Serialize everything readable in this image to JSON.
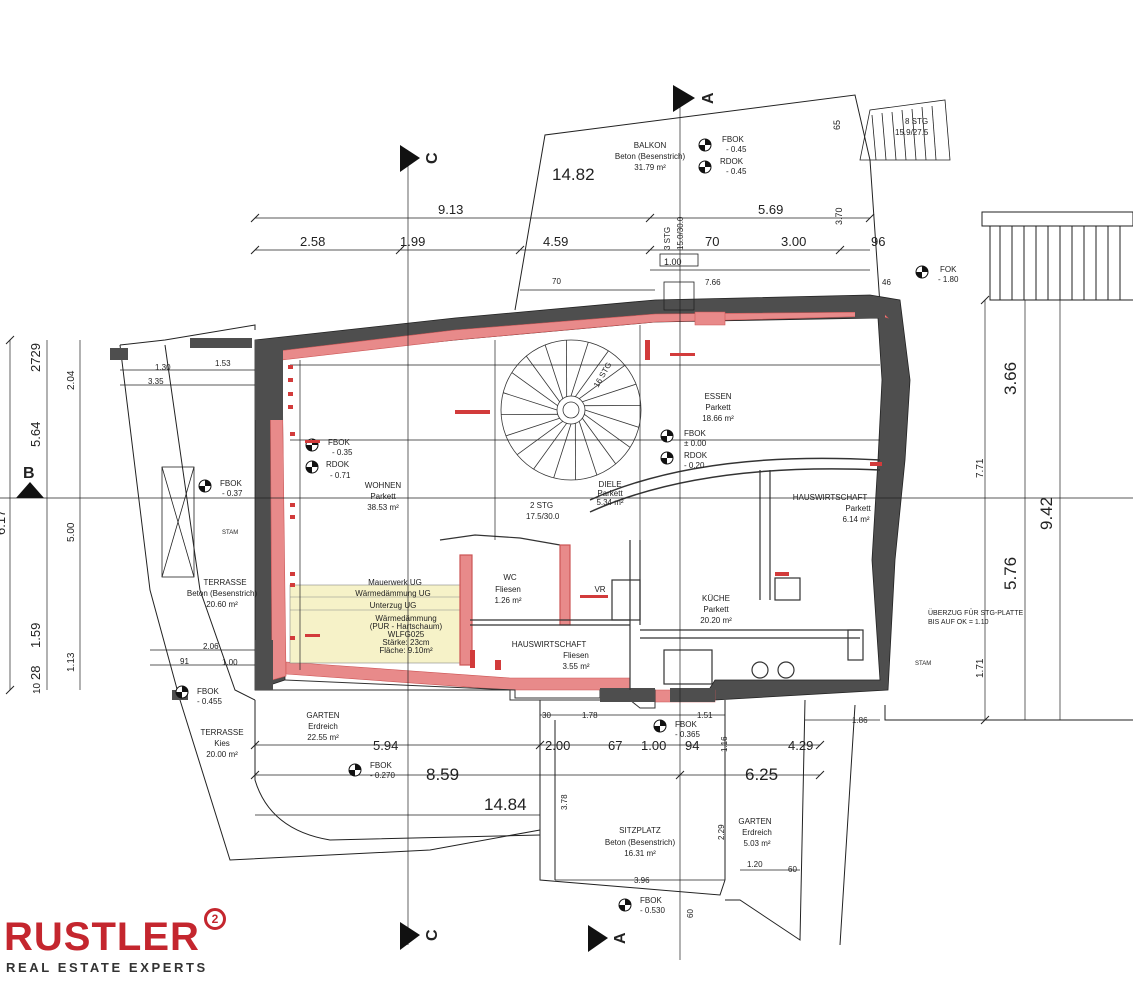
{
  "brand": {
    "name": "RUSTLER",
    "mark": "2",
    "tagline": "REAL ESTATE EXPERTS",
    "color": "#c4262e"
  },
  "colors": {
    "wall_fill": "#e88a8a",
    "ext_wall": "#555555",
    "insulation_fill": "#f6f2c8",
    "annotation": "#d23b3b"
  },
  "sections": {
    "a_top": "A",
    "a_bottom": "A",
    "c_top": "C",
    "c_bottom": "C",
    "b_left": "B"
  },
  "rooms": {
    "balkon": {
      "name": "BALKON",
      "surface": "Beton (Besenstrich)",
      "area": "31.79 m²"
    },
    "wohnen": {
      "name": "WOHNEN",
      "surface": "Parkett",
      "area": "38.53 m²"
    },
    "essen": {
      "name": "ESSEN",
      "surface": "Parkett",
      "area": "18.66 m²"
    },
    "diele": {
      "name": "DIELE",
      "surface": "Parkett",
      "area": "5.34 m²"
    },
    "hauswirtschaft_top": {
      "name": "HAUSWIRTSCHAFT",
      "surface": "Parkett",
      "area": "6.14 m²"
    },
    "terrasse_beton": {
      "name": "TERRASSE",
      "surface": "Beton (Besenstrich)",
      "area": "20.60 m²"
    },
    "wc": {
      "name": "WC",
      "surface": "Fliesen",
      "area": "1.26 m²"
    },
    "vr": {
      "name": "VR"
    },
    "kueche": {
      "name": "KÜCHE",
      "surface": "Parkett",
      "area": "20.20 m²"
    },
    "hauswirtschaft": {
      "name": "HAUSWIRTSCHAFT",
      "surface": "Fliesen",
      "area": "3.55 m²"
    },
    "garten_1": {
      "name": "GARTEN",
      "surface": "Erdreich",
      "area": "22.55 m²"
    },
    "terrasse_kies": {
      "name": "TERRASSE",
      "surface": "Kies",
      "area": "20.00 m²"
    },
    "sitzplatz": {
      "name": "SITZPLATZ",
      "surface": "Beton (Besenstrich)",
      "area": "16.31 m²"
    },
    "garten_2": {
      "name": "GARTEN",
      "surface": "Erdreich",
      "area": "5.03 m²"
    }
  },
  "levels": [
    {
      "label": "FBOK",
      "value": "- 0.45"
    },
    {
      "label": "RDOK",
      "value": "- 0.45"
    },
    {
      "label": "FOK",
      "value": "- 1.80"
    },
    {
      "label": "FBOK",
      "value": "- 0.35"
    },
    {
      "label": "RDOK",
      "value": "- 0.71"
    },
    {
      "label": "FBOK",
      "value": "- 0.37"
    },
    {
      "label": "FBOK",
      "value": "± 0.00"
    },
    {
      "label": "RDOK",
      "value": "- 0.20"
    },
    {
      "label": "FBOK",
      "value": "- 0.455"
    },
    {
      "label": "FBOK",
      "value": "- 0.365"
    },
    {
      "label": "FBOK",
      "value": "- 0.270"
    },
    {
      "label": "FBOK",
      "value": "- 0.530"
    }
  ],
  "stairs": [
    {
      "label": "8 STG",
      "value": "15.9/27.5"
    },
    {
      "label": "2 STG",
      "value": "17.5/30.0"
    },
    {
      "label": "3 STG",
      "value": "15.0/30.0"
    },
    {
      "label": "16 STG",
      "value": ""
    }
  ],
  "insulation": {
    "l1": "Mauerwerk UG",
    "l2": "Wärmedämmung UG",
    "l3": "Unterzug UG",
    "l4": "Wärmedämmung",
    "l5": "(PUR - Hartschaum)",
    "l6": "WLFG025",
    "l7": "Stärke: 23cm",
    "l8": "Fläche: 9.10m²"
  },
  "notes": {
    "ueberzug_1": "ÜBERZUG FÜR STG-PLATTE",
    "ueberzug_2": "BIS AUF OK = 1.10",
    "stam_1": "STAM",
    "stam_2": "STAM"
  },
  "dims": {
    "top_14_82": "14.82",
    "top_9_13": "9.13",
    "top_5_69": "5.69",
    "top_2_58": "2.58",
    "top_1_99": "1.99",
    "top_4_59": "4.59",
    "top_70": "70",
    "top_3_00": "3.00",
    "top_96": "96",
    "top_1_00": "1.00",
    "top_7_66": "7.66",
    "top_70b": "70",
    "top_46": "46",
    "top_65": "65",
    "top_3_70": "3.70",
    "left_2729": "2729",
    "left_2_04": "2.04",
    "left_5_64": "5.64",
    "left_6_17": "6.17",
    "left_5_00": "5.00",
    "left_1_59": "1.59",
    "left_1_13": "1.13",
    "left_28": "28",
    "left_10": "10",
    "left_1_30": "1.30",
    "left_1_53": "1.53",
    "left_3_35": "3.35",
    "left_2_06": "2.06",
    "left_1_00": "1.00",
    "left_91": "91",
    "right_3_66": "3.66",
    "right_9_42": "9.42",
    "right_5_76": "5.76",
    "right_7_71": "7.71",
    "right_1_71": "1.71",
    "bot_5_94": "5.94",
    "bot_2_00": "2.00",
    "bot_67": "67",
    "bot_1_00": "1.00",
    "bot_94": "94",
    "bot_1_16": "1.16",
    "bot_4_29": "4.29",
    "bot_8_59": "8.59",
    "bot_6_25": "6.25",
    "bot_14_84": "14.84",
    "bot_1_78": "1.78",
    "bot_1_51": "1.51",
    "bot_30": "30",
    "bot_1_86": "1.86",
    "bot_3_78": "3.78",
    "bot_3_96": "3.96",
    "bot_1_20": "1.20",
    "bot_60": "60",
    "bot_60b": "60",
    "bot_2_29": "2.29"
  }
}
